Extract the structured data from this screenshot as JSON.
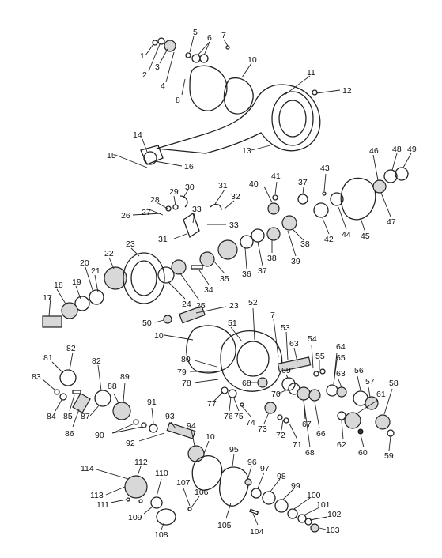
{
  "callouts": [
    {
      "text": "1"
    },
    {
      "text": "2"
    },
    {
      "text": "3"
    },
    {
      "text": "4"
    },
    {
      "text": "5"
    },
    {
      "text": "6"
    },
    {
      "text": "7"
    },
    {
      "text": "8"
    },
    {
      "text": "10"
    },
    {
      "text": "11"
    },
    {
      "text": "12"
    },
    {
      "text": "13"
    },
    {
      "text": "14"
    },
    {
      "text": "15"
    },
    {
      "text": "16"
    },
    {
      "text": "17"
    },
    {
      "text": "18"
    },
    {
      "text": "19"
    },
    {
      "text": "20"
    },
    {
      "text": "21"
    },
    {
      "text": "22"
    },
    {
      "text": "23"
    },
    {
      "text": "24"
    },
    {
      "text": "25"
    },
    {
      "text": "26"
    },
    {
      "text": "27"
    },
    {
      "text": "28"
    },
    {
      "text": "29"
    },
    {
      "text": "30"
    },
    {
      "text": "31"
    },
    {
      "text": "32"
    },
    {
      "text": "33"
    },
    {
      "text": "31"
    },
    {
      "text": "33"
    },
    {
      "text": "34"
    },
    {
      "text": "35"
    },
    {
      "text": "36"
    },
    {
      "text": "37"
    },
    {
      "text": "38"
    },
    {
      "text": "39"
    },
    {
      "text": "40"
    },
    {
      "text": "41"
    },
    {
      "text": "37"
    },
    {
      "text": "38"
    },
    {
      "text": "42"
    },
    {
      "text": "43"
    },
    {
      "text": "44"
    },
    {
      "text": "45"
    },
    {
      "text": "46"
    },
    {
      "text": "47"
    },
    {
      "text": "48"
    },
    {
      "text": "49"
    },
    {
      "text": "23"
    },
    {
      "text": "50"
    },
    {
      "text": "10"
    },
    {
      "text": "51"
    },
    {
      "text": "52"
    },
    {
      "text": "7"
    },
    {
      "text": "53"
    },
    {
      "text": "63"
    },
    {
      "text": "54"
    },
    {
      "text": "55"
    },
    {
      "text": "64"
    },
    {
      "text": "65"
    },
    {
      "text": "63"
    },
    {
      "text": "56"
    },
    {
      "text": "57"
    },
    {
      "text": "58"
    },
    {
      "text": "61"
    },
    {
      "text": "62"
    },
    {
      "text": "60"
    },
    {
      "text": "59"
    },
    {
      "text": "66"
    },
    {
      "text": "67"
    },
    {
      "text": "68"
    },
    {
      "text": "69"
    },
    {
      "text": "70"
    },
    {
      "text": "68"
    },
    {
      "text": "71"
    },
    {
      "text": "72"
    },
    {
      "text": "73"
    },
    {
      "text": "74"
    },
    {
      "text": "75"
    },
    {
      "text": "76"
    },
    {
      "text": "77"
    },
    {
      "text": "78"
    },
    {
      "text": "79"
    },
    {
      "text": "80"
    },
    {
      "text": "81"
    },
    {
      "text": "82"
    },
    {
      "text": "82"
    },
    {
      "text": "83"
    },
    {
      "text": "84"
    },
    {
      "text": "85"
    },
    {
      "text": "86"
    },
    {
      "text": "87"
    },
    {
      "text": "88"
    },
    {
      "text": "89"
    },
    {
      "text": "90"
    },
    {
      "text": "91"
    },
    {
      "text": "92"
    },
    {
      "text": "93"
    },
    {
      "text": "94"
    },
    {
      "text": "10"
    },
    {
      "text": "95"
    },
    {
      "text": "96"
    },
    {
      "text": "97"
    },
    {
      "text": "98"
    },
    {
      "text": "99"
    },
    {
      "text": "100"
    },
    {
      "text": "101"
    },
    {
      "text": "102"
    },
    {
      "text": "103"
    },
    {
      "text": "104"
    },
    {
      "text": "105"
    },
    {
      "text": "106"
    },
    {
      "text": "107"
    },
    {
      "text": "108"
    },
    {
      "text": "109"
    },
    {
      "text": "110"
    },
    {
      "text": "111"
    },
    {
      "text": "112"
    },
    {
      "text": "113"
    },
    {
      "text": "114"
    }
  ]
}
